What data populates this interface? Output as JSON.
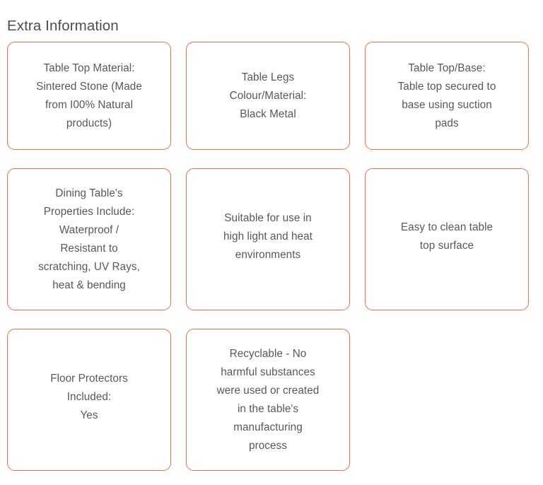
{
  "page": {
    "background_color": "#ffffff",
    "title": "Extra Information",
    "title_color": "#4d4d4d"
  },
  "theme": {
    "card_border_color": "#e8714a",
    "card_background": "#ffffff",
    "card_text_color": "#585858"
  },
  "cards": [
    {
      "id": "table-top-material",
      "text": "Table Top Material:\nSintered Stone (Made\nfrom I00% Natural\nproducts)"
    },
    {
      "id": "table-legs-colour-material",
      "text": "Table Legs\nColour/Material:\nBlack Metal"
    },
    {
      "id": "table-top-base",
      "text": "Table Top/Base:\nTable top secured to\nbase using suction\npads"
    },
    {
      "id": "dining-table-properties",
      "text": "Dining Table's\nProperties Include:\nWaterproof /\nResistant to\nscratching, UV Rays,\nheat & bending"
    },
    {
      "id": "suitable-high-light-heat",
      "text": "Suitable for use in\nhigh light and heat\nenvironments"
    },
    {
      "id": "easy-to-clean",
      "text": "Easy to clean table\ntop surface"
    },
    {
      "id": "floor-protectors-included",
      "text": "Floor Protectors\nIncluded:\nYes"
    },
    {
      "id": "recyclable-no-harmful-substances",
      "text": "Recyclable - No\nharmful substances\nwere used or created\nin the table's\nmanufacturing\nprocess"
    }
  ]
}
